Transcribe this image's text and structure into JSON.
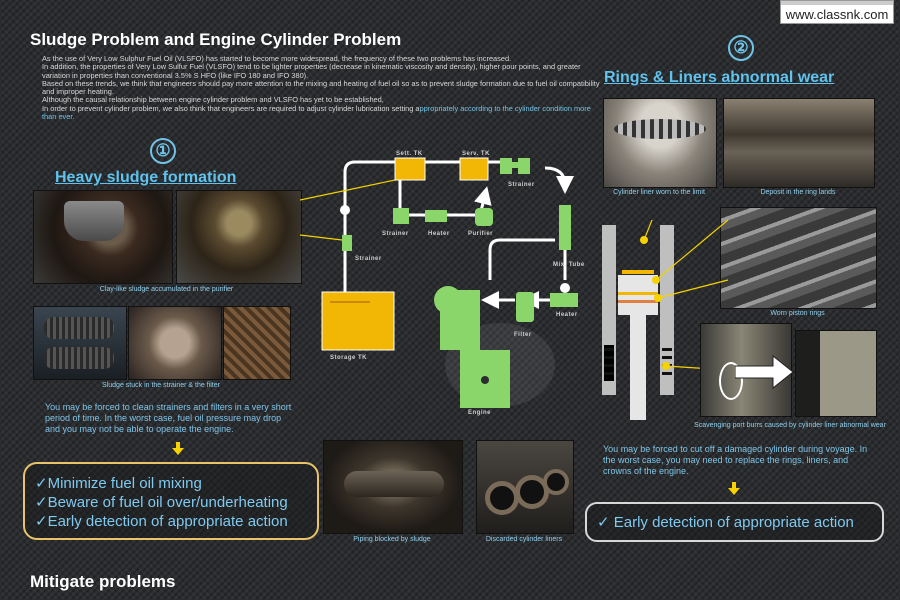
{
  "header": {
    "logo_text": "www.classnk.com",
    "main_title": "Sludge Problem and Engine Cylinder Problem"
  },
  "intro": {
    "lines": [
      "As the use of Very Low Sulphur Fuel Oil (VLSFO) has started to become more widespread, the frequency of these two problems has increased.",
      "In addition, the properties of Very Low Sulfur Fuel (VLSFO) tend to be lighter properties (decrease in kinematic viscosity and density), higher pour points, and greater variation in properties than conventional 3.5% S HFO (like IFO 180 and IFO 380).",
      "Based on these trends, we think that engineers should pay more attention to the mixing and heating of fuel oil so as to prevent sludge formation due to fuel oil compatibility and improper heating.",
      "Although the causal relationship between engine cylinder problem and VLSFO has yet to be established,"
    ],
    "last_line_a": "In order to prevent cylinder problem, we also think that engineers are required to adjust cylinder lubrication setting a",
    "last_line_b": "ppropriately according to the cylinder condition more than ever."
  },
  "section1": {
    "number": "①",
    "heading": "Heavy sludge formation",
    "caption_purifier": "Clay-like sludge accumulated in the purifier",
    "caption_strainer": "Sludge stuck in the strainer & the filter",
    "paragraph": "You may be forced to clean strainers and filters in a very short period of time. In the worst case, fuel oil pressure may drop and you may not be able to operate the engine.",
    "actions": [
      "✓Minimize fuel oil mixing",
      "✓Beware of fuel oil over/underheating",
      "✓Early detection of appropriate action"
    ]
  },
  "diagram": {
    "labels": {
      "sett_tk": "Sett. TK",
      "serv_tk": "Serv. TK",
      "strainer_top": "Strainer",
      "strainer_mid": "Strainer",
      "strainer_low": "Strainer",
      "heater_mid": "Heater",
      "purifier": "Purifier",
      "mix_tube": "Mix. Tube",
      "heater_right": "Heater",
      "filter": "Filter",
      "storage_tk": "Storage TK",
      "engine": "Engine"
    },
    "colors": {
      "tank": "#f2b705",
      "component": "#8bd66b",
      "pipe": "#ffffff"
    }
  },
  "bottom_photos": {
    "caption_piping": "Piping blocked by sludge",
    "caption_liners": "Discarded cylinder liners"
  },
  "section2": {
    "number": "②",
    "heading": "Rings & Liners abnormal wear",
    "caption_liner_worn": "Cylinder liner worn to the limit",
    "caption_deposit": "Deposit in the ring lands",
    "caption_rings": "Worn piston rings",
    "caption_burrs": "Scavenging port burrs caused by cylinder liner abnormal wear",
    "paragraph": "You may be forced to cut off a damaged cylinder during voyage. In the worst case, you may need to replace the rings, liners, and crowns of the engine.",
    "action": "✓ Early detection of appropriate action"
  },
  "footer": {
    "heading": "Mitigate problems"
  }
}
